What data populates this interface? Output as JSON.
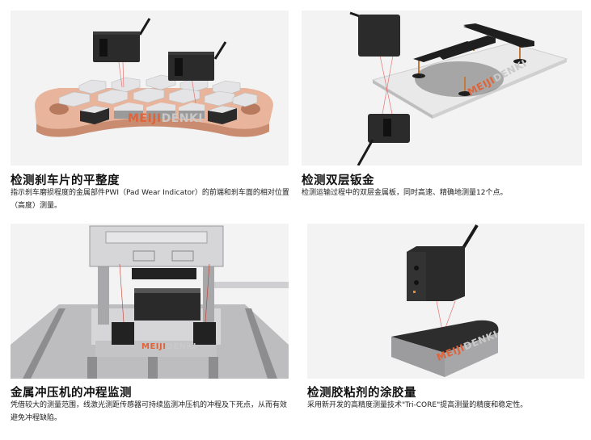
{
  "brand": {
    "logo_part1": "MEIJI",
    "logo_part2": "DENKI",
    "accent_color": "#e0643a",
    "panel_bg": "#f3f3f3"
  },
  "cards": [
    {
      "title": "检测刹车片的平整度",
      "description": "指示刹车磨损程度的金属部件PWI（Pad Wear Indicator）的前端和刹车面的相对位置（高度）测量。",
      "image": "brake-pad-flatness-sensors"
    },
    {
      "title": "检测双层钣金",
      "description": "检测运输过程中的双层金属板，同时高速、精确地测量12个点。",
      "image": "double-sheet-metal-detection"
    },
    {
      "title": "金属冲压机的冲程监测",
      "description": "凭借较大的测量范围，线激光测距传感器可持续监测冲压机的冲程及下死点，从而有效避免冲程缺陷。",
      "image": "press-stroke-monitoring"
    },
    {
      "title": "检测胶粘剂的涂胶量",
      "description": "采用新开发的高精度测量技术\"Tri-CORE\"提高测量的精度和稳定性。",
      "image": "adhesive-amount-detection"
    }
  ]
}
